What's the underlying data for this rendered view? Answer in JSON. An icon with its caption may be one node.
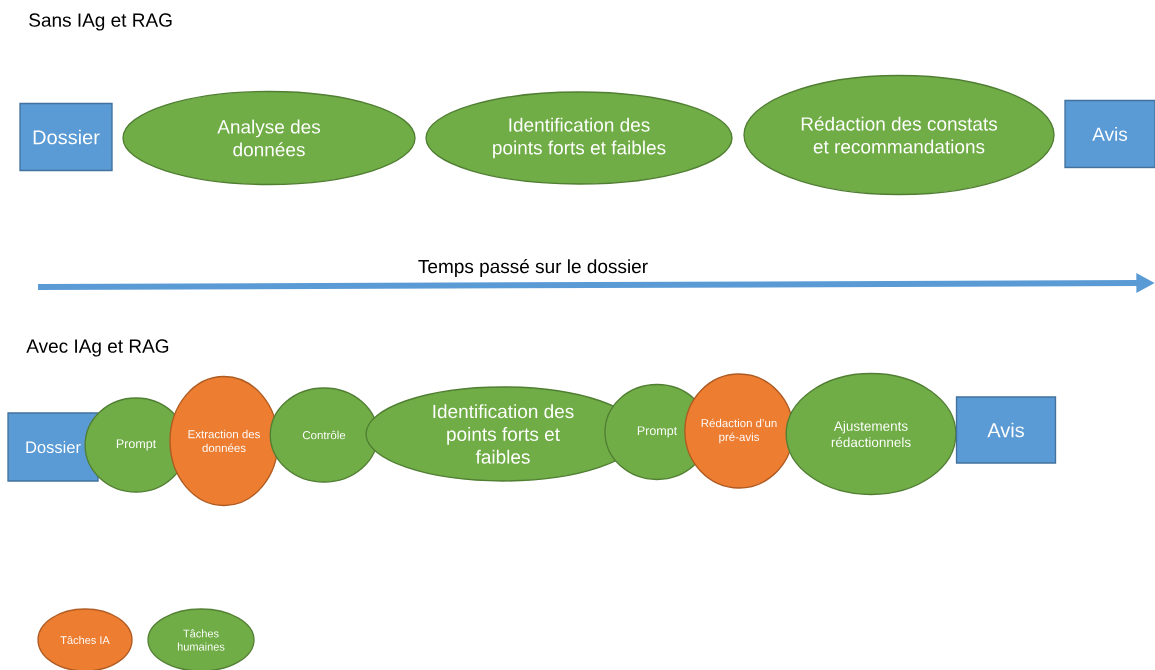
{
  "diagram": {
    "nodes": [
      {
        "text": [
          "Dossier"
        ]
      },
      {
        "text": [
          "Analyse des données"
        ]
      },
      {
        "text": [
          "Identification des points forts et faibles"
        ]
      },
      {
        "text": [
          "Rédaction des constats et recommandations"
        ]
      },
      {
        "text": [
          "Avis"
        ]
      },
      {
        "text": [
          "Dossier"
        ]
      },
      {
        "text": [
          "Prompt"
        ]
      },
      {
        "text": [
          "Extraction des données"
        ]
      },
      {
        "text": [
          "Contrôle"
        ]
      },
      {
        "text": [
          "Identification des points forts et faibles"
        ]
      },
      {
        "text": [
          "Prompt"
        ]
      },
      {
        "text": [
          "Rédaction d’un pré-avis"
        ]
      },
      {
        "text": [
          "Ajustements rédactionnels"
        ]
      },
      {
        "text": [
          "Avis"
        ]
      }
    ],
    "edges": [],
    "labels": [
      "Sans IAg et RAG",
      "Temps passé sur le dossier",
      "Avec IAg et RAG"
    ],
    "legend": [
      {
        "text": "Tâches IA",
        "color": "#ed7d31"
      },
      {
        "text": "Tâches humaines",
        "color": "#70ad47"
      }
    ]
  }
}
